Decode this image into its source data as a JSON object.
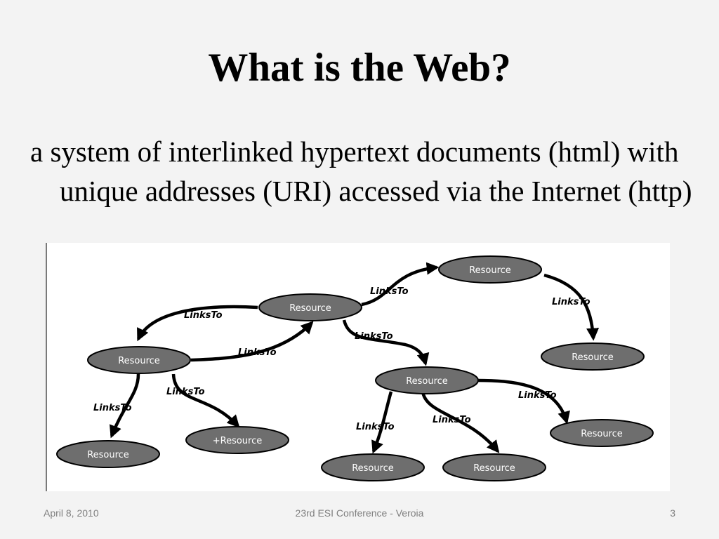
{
  "slide": {
    "title": "What is the Web?",
    "body": "a system of interlinked hypertext documents (html) with unique addresses (URI) accessed via the Internet (http)"
  },
  "diagram": {
    "nodes": [
      {
        "id": "n1",
        "label": "Resource"
      },
      {
        "id": "n2",
        "label": "Resource"
      },
      {
        "id": "n3",
        "label": "Resource"
      },
      {
        "id": "n4",
        "label": "Resource"
      },
      {
        "id": "n5",
        "label": "Resource"
      },
      {
        "id": "n6",
        "label": "Resource"
      },
      {
        "id": "n7",
        "label": "+Resource"
      },
      {
        "id": "n8",
        "label": "Resource"
      },
      {
        "id": "n9",
        "label": "Resource"
      },
      {
        "id": "n10",
        "label": "Resource"
      }
    ],
    "edges": [
      {
        "id": "e1",
        "from": "n2",
        "to": "n1",
        "label": "LinksTo"
      },
      {
        "id": "e2",
        "from": "n1",
        "to": "n4",
        "label": "LinksTo"
      },
      {
        "id": "e3",
        "from": "n2",
        "to": "n3",
        "label": "LinksTo"
      },
      {
        "id": "e4",
        "from": "n3",
        "to": "n2",
        "label": "LinksTo"
      },
      {
        "id": "e5",
        "from": "n2",
        "to": "n5",
        "label": "LinksTo"
      },
      {
        "id": "e6",
        "from": "n3",
        "to": "n6",
        "label": "LinksTo"
      },
      {
        "id": "e7",
        "from": "n3",
        "to": "n7",
        "label": "LinksTo"
      },
      {
        "id": "e8",
        "from": "n5",
        "to": "n8",
        "label": "LinksTo"
      },
      {
        "id": "e9",
        "from": "n5",
        "to": "n9",
        "label": "LinksTo"
      },
      {
        "id": "e10",
        "from": "n5",
        "to": "n10",
        "label": "LinksTo"
      }
    ]
  },
  "footer": {
    "date": "April 8, 2010",
    "center": "23rd ESI Conference  - Veroia",
    "page": "3"
  }
}
